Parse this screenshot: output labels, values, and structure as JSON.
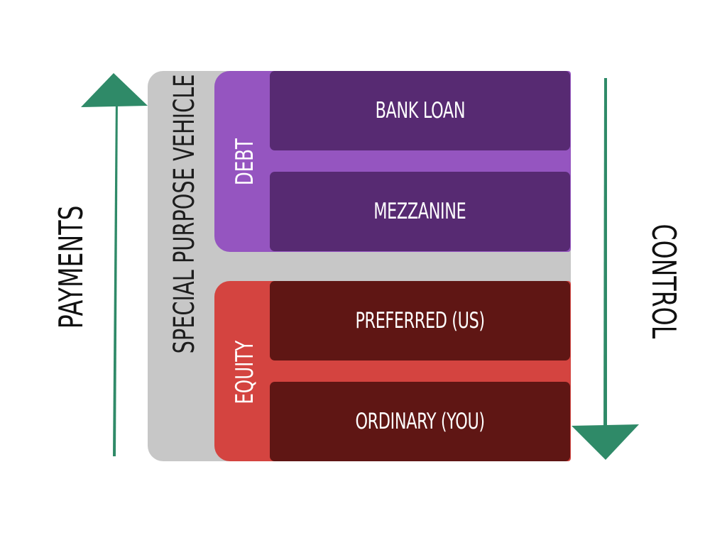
{
  "diagram": {
    "container_label": "SPECIAL PURPOSE VEHICLE",
    "groups": [
      {
        "label": "DEBT",
        "color": "#9555c0",
        "tranches": [
          "BANK LOAN",
          "MEZZANINE"
        ],
        "tranche_color": "#572a72"
      },
      {
        "label": "EQUITY",
        "color": "#d44440",
        "tranches": [
          "PREFERRED (US)",
          "ORDINARY (YOU)"
        ],
        "tranche_color": "#5f1614"
      }
    ],
    "left_axis": {
      "label": "PAYMENTS",
      "direction": "up",
      "color": "#2f8a68"
    },
    "right_axis": {
      "label": "CONTROL",
      "direction": "down",
      "color": "#2f8a68"
    },
    "container_color": "#c7c7c7"
  }
}
